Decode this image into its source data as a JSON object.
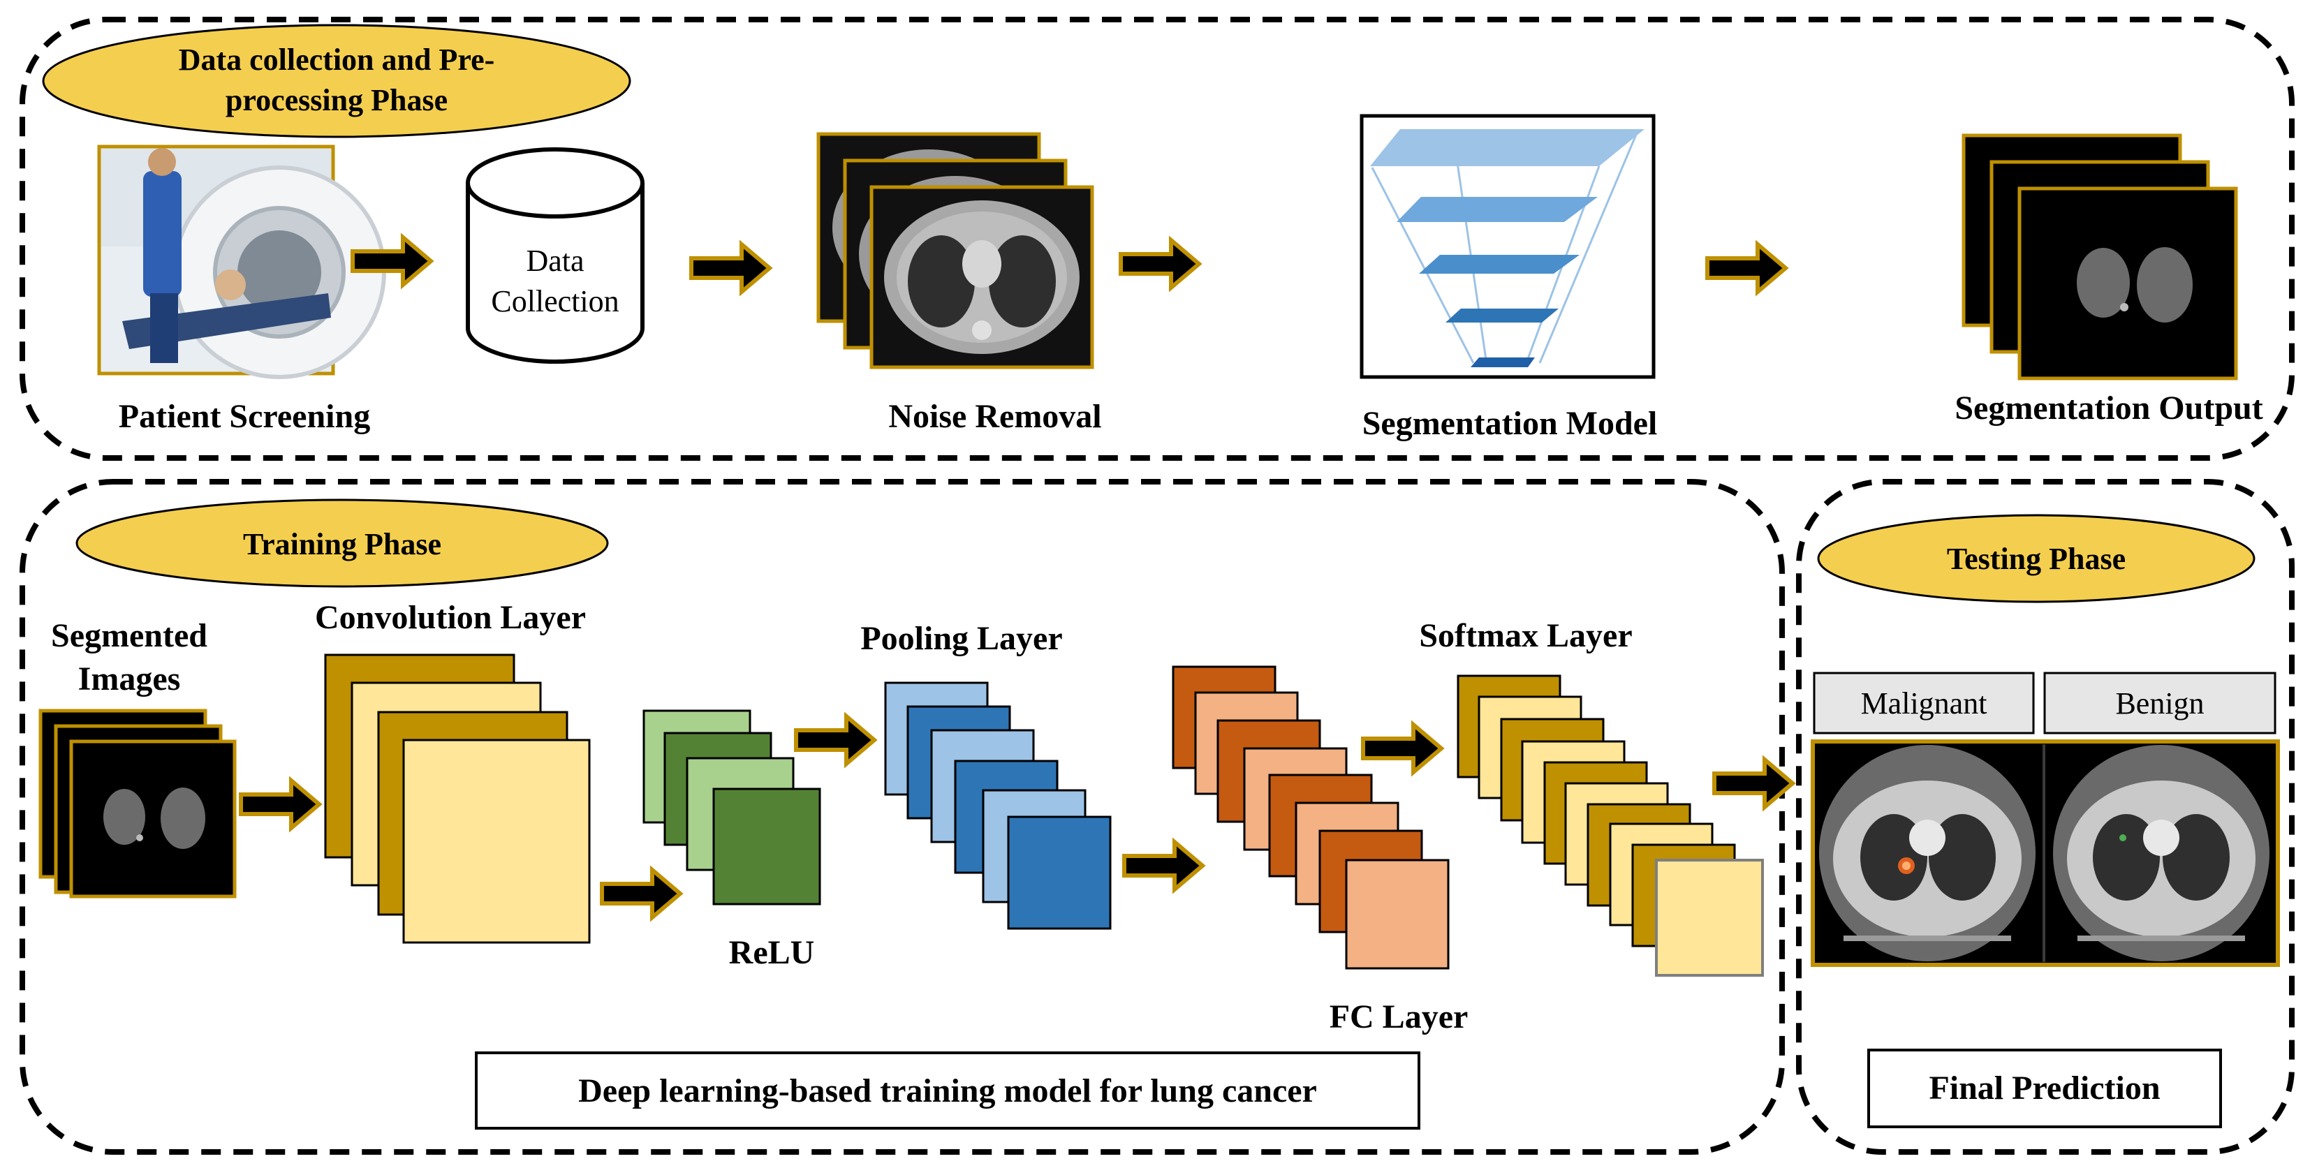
{
  "phases": {
    "preprocessing": {
      "title_line1": "Data collection and Pre-",
      "title_line2": "processing Phase"
    },
    "training": {
      "title": "Training Phase"
    },
    "testing": {
      "title": "Testing Phase"
    }
  },
  "preprocessing_steps": {
    "patient_screening": "Patient Screening",
    "data_collection_line1": "Data",
    "data_collection_line2": "Collection",
    "noise_removal": "Noise Removal",
    "segmentation_model": "Segmentation Model",
    "segmentation_output": "Segmentation Output"
  },
  "training_steps": {
    "segmented_images_line1": "Segmented",
    "segmented_images_line2": "Images",
    "convolution_layer": "Convolution Layer",
    "relu": "ReLU",
    "pooling_layer": "Pooling Layer",
    "fc_layer": "FC Layer",
    "softmax_layer": "Softmax Layer",
    "model_caption": "Deep learning-based training model for lung cancer"
  },
  "testing_steps": {
    "class_malignant": "Malignant",
    "class_benign": "Benign",
    "final_prediction": "Final Prediction"
  },
  "colors": {
    "pill_fill": "#F4CE4E",
    "arrow_fill": "#000000",
    "arrow_stroke": "#BF9000",
    "conv_dark": "#BF9000",
    "conv_light": "#FFE699",
    "relu_light": "#A9D18E",
    "relu_dark": "#548235",
    "pool_light": "#9DC3E6",
    "pool_dark": "#2E75B6",
    "fc_dark": "#C55A11",
    "fc_light": "#F4B183",
    "class_box": "#E7E6E6"
  }
}
